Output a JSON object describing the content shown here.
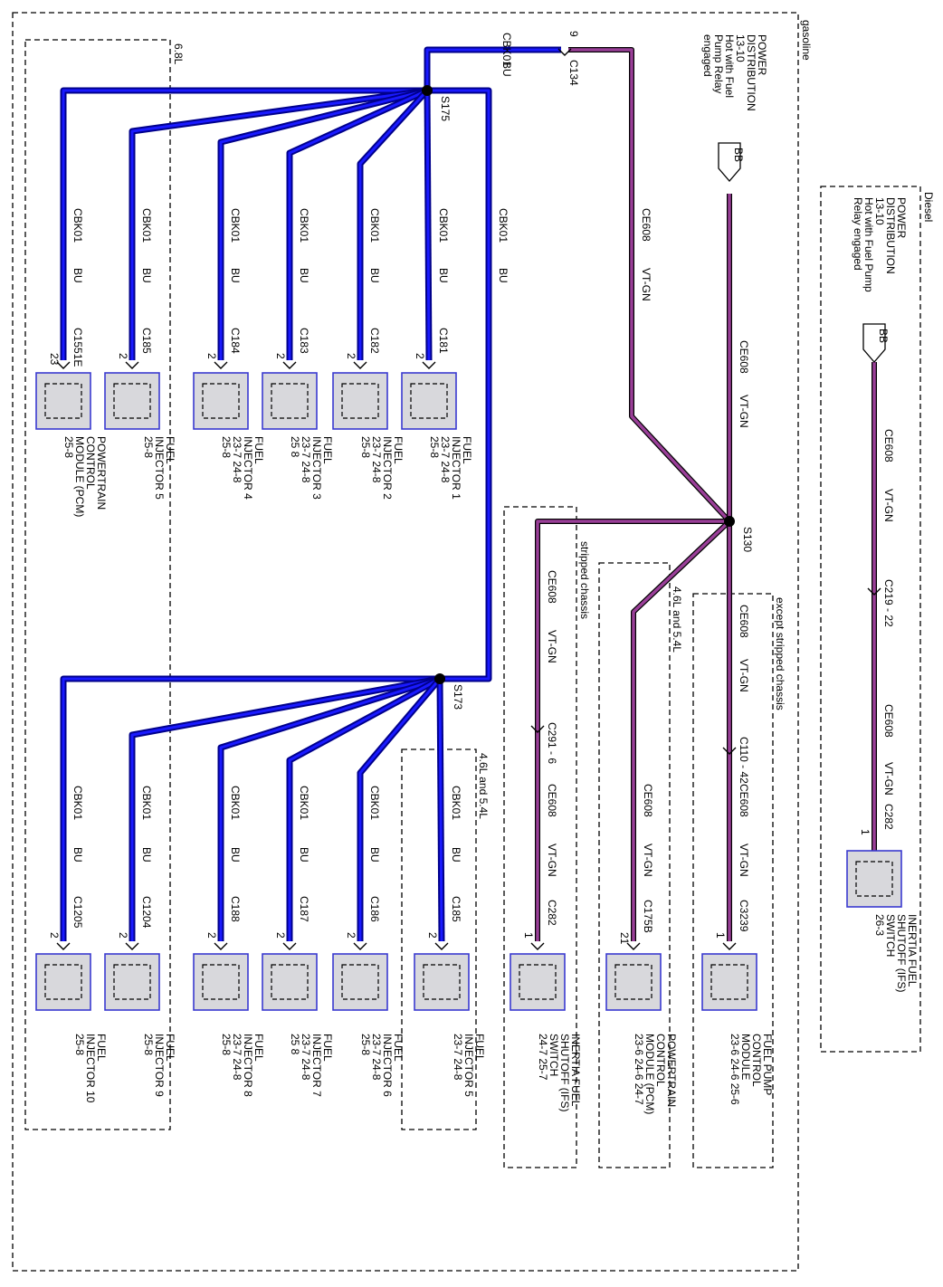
{
  "sections": {
    "gasoline": "gasoline",
    "diesel": "Diesel",
    "six_eight": "6.8L",
    "four_six_five_four": "4.6L and 5.4L",
    "four_six_five_four_b": "4.6L and 5.4L",
    "stripped": "stripped chassis",
    "except_stripped": "except stripped chassis"
  },
  "power_dist_gas": [
    "POWER",
    "DISTRIBUTION",
    "13-10",
    "Hot with Fuel",
    "Pump Relay",
    "engaged"
  ],
  "power_dist_diesel": [
    "POWER",
    "DISTRIBUTION",
    "13-10",
    "Hot with Fuel Pump",
    "Relay engaged"
  ],
  "bb_label": "BB",
  "splices": {
    "s175": "S175",
    "s173": "S173",
    "s130": "S130"
  },
  "top_connector": {
    "circuit": "CBK01",
    "color": "BU",
    "pin": "9",
    "connector": "C134"
  },
  "wire_ce": {
    "circuit": "CE608",
    "color": "VT-GN"
  },
  "wire_bk": {
    "circuit": "CBK01",
    "color": "BU"
  },
  "inline": {
    "c291": "C291 - 6",
    "c110": "C110 - 42",
    "c219": "C219 - 22"
  },
  "top_row": [
    {
      "connector": "C1551E",
      "pin": "23",
      "lines": [
        "POWERTRAIN",
        "CONTROL",
        "MODULE (PCM)",
        "25-8"
      ]
    },
    {
      "connector": "C185",
      "pin": "2",
      "lines": [
        "FUEL",
        "INJECTOR 5",
        "25-8"
      ]
    },
    {
      "connector": "C184",
      "pin": "2",
      "lines": [
        "FUEL",
        "INJECTOR 4",
        "23-7      24-8",
        "25-8"
      ]
    },
    {
      "connector": "C183",
      "pin": "2",
      "lines": [
        "FUEL",
        "INJECTOR 3",
        "23-7      24-8",
        "25 8"
      ]
    },
    {
      "connector": "C182",
      "pin": "2",
      "lines": [
        "FUEL",
        "INJECTOR 2",
        "23-7      24-8",
        "25-8"
      ]
    },
    {
      "connector": "C181",
      "pin": "2",
      "lines": [
        "FUEL",
        "INJECTOR 1",
        "23-7      24-8",
        "25-8"
      ]
    }
  ],
  "bottom_row": [
    {
      "connector": "C1205",
      "pin": "2",
      "lines": [
        "FUEL",
        "INJECTOR 10",
        "25-8"
      ]
    },
    {
      "connector": "C1204",
      "pin": "2",
      "lines": [
        "FUEL",
        "INJECTOR 9",
        "25-8"
      ]
    },
    {
      "connector": "C188",
      "pin": "2",
      "lines": [
        "FUEL",
        "INJECTOR 8",
        "23-7      24-8",
        "25-8"
      ]
    },
    {
      "connector": "C187",
      "pin": "2",
      "lines": [
        "FUEL",
        "INJECTOR 7",
        "23-7      24-8",
        "25 8"
      ]
    },
    {
      "connector": "C186",
      "pin": "2",
      "lines": [
        "FUEL",
        "INJECTOR 6",
        "23-7      24-8",
        "25-8"
      ]
    },
    {
      "connector": "C185",
      "pin": "2",
      "lines": [
        "FUEL",
        "INJECTOR 5",
        "23-7      24-8"
      ]
    }
  ],
  "ce_row": [
    {
      "connector": "C282",
      "pin": "1",
      "lines": [
        "INERTIA FUEL",
        "SHUTOFF (IFS)",
        "SWITCH",
        "24-7      25-7"
      ]
    },
    {
      "connector": "C175B",
      "pin": "21",
      "lines": [
        "POWERTRAIN",
        "CONTROL",
        "MODULE (PCM)",
        "23-6   24-6   24-7"
      ]
    },
    {
      "connector": "C3239",
      "pin": "1",
      "lines": [
        "FUEL PUMP",
        "CONTROL",
        "MODULE",
        "23-6      24-6      25-6"
      ]
    }
  ],
  "diesel_comp": {
    "connector": "C282",
    "pin": "1",
    "lines": [
      "INERTIA FUEL",
      "SHUTOFF (IFS)",
      "SWITCH",
      "26-3"
    ]
  },
  "colors": {
    "blue_wire": "#00008b",
    "violet_wire": "#9a3f98",
    "component_fill": "#d8d8dc"
  }
}
